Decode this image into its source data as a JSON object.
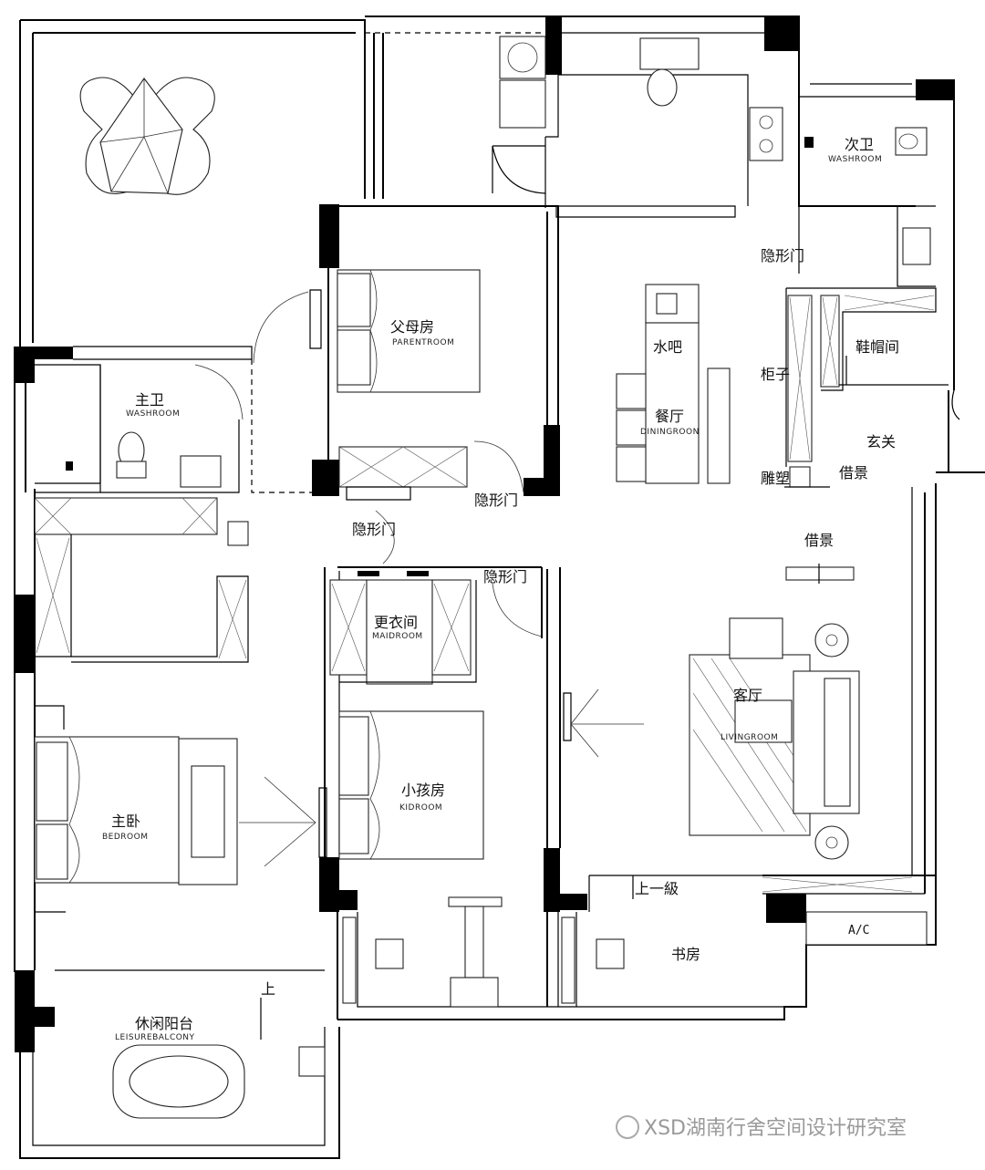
{
  "rooms": {
    "parent_room": {
      "zh": "父母房",
      "en": "PARENTROOM"
    },
    "master_bath": {
      "zh": "主卫",
      "en": "WASHROOM"
    },
    "second_bath": {
      "zh": "次卫",
      "en": "WASHROOM"
    },
    "water_bar": {
      "zh": "水吧"
    },
    "dining": {
      "zh": "餐厅",
      "en": "DININGROON"
    },
    "shoe_room": {
      "zh": "鞋帽间"
    },
    "cabinet": {
      "zh": "柜子"
    },
    "entrance": {
      "zh": "玄关"
    },
    "sculpture": {
      "zh": "雕塑"
    },
    "maid_room": {
      "zh": "更衣间",
      "en": "MAIDROOM"
    },
    "living": {
      "zh": "客厅",
      "en": "LIVINGROOM"
    },
    "kid_room": {
      "zh": "小孩房",
      "en": "KIDROOM"
    },
    "bedroom": {
      "zh": "主卧",
      "en": "BEDROOM"
    },
    "study": {
      "zh": "书房"
    },
    "balcony": {
      "zh": "休闲阳台",
      "en": "LEISUREBALCONY"
    }
  },
  "labels": {
    "hidden_door": "隐形门",
    "borrowed_view": "借景",
    "step_up": "上一級",
    "up": "上",
    "ac": "A/C"
  },
  "watermark": "XSD湖南行舍空间设计研究室"
}
